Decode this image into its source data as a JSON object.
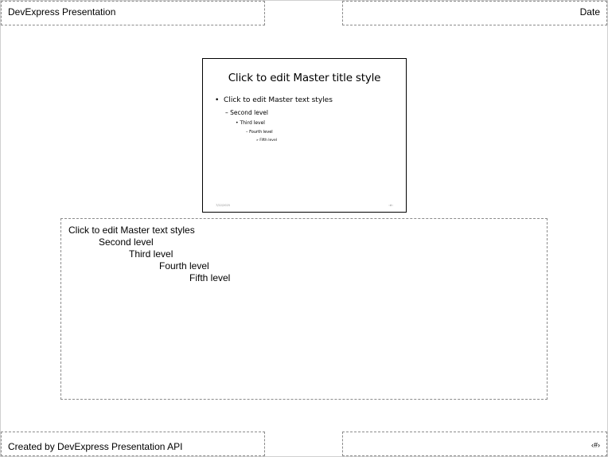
{
  "header": {
    "left_text": "DevExpress Presentation",
    "right_text": "Date"
  },
  "slide": {
    "title": "Click to edit Master title style",
    "levels": [
      {
        "bullet": "•",
        "text": "Click to edit Master text styles"
      },
      {
        "bullet": "–",
        "text": "Second level"
      },
      {
        "bullet": "•",
        "text": "Third level"
      },
      {
        "bullet": "–",
        "text": "Fourth level"
      },
      {
        "bullet": "»",
        "text": "Fifth level"
      }
    ],
    "date_text": "7/22/2025",
    "number_text": "‹#›"
  },
  "notes": {
    "levels": [
      "Click to edit Master text styles",
      "Second level",
      "Third level",
      "Fourth level",
      "Fifth level"
    ]
  },
  "footer": {
    "left_text": "Created by DevExpress Presentation API",
    "right_text": "‹#›"
  }
}
